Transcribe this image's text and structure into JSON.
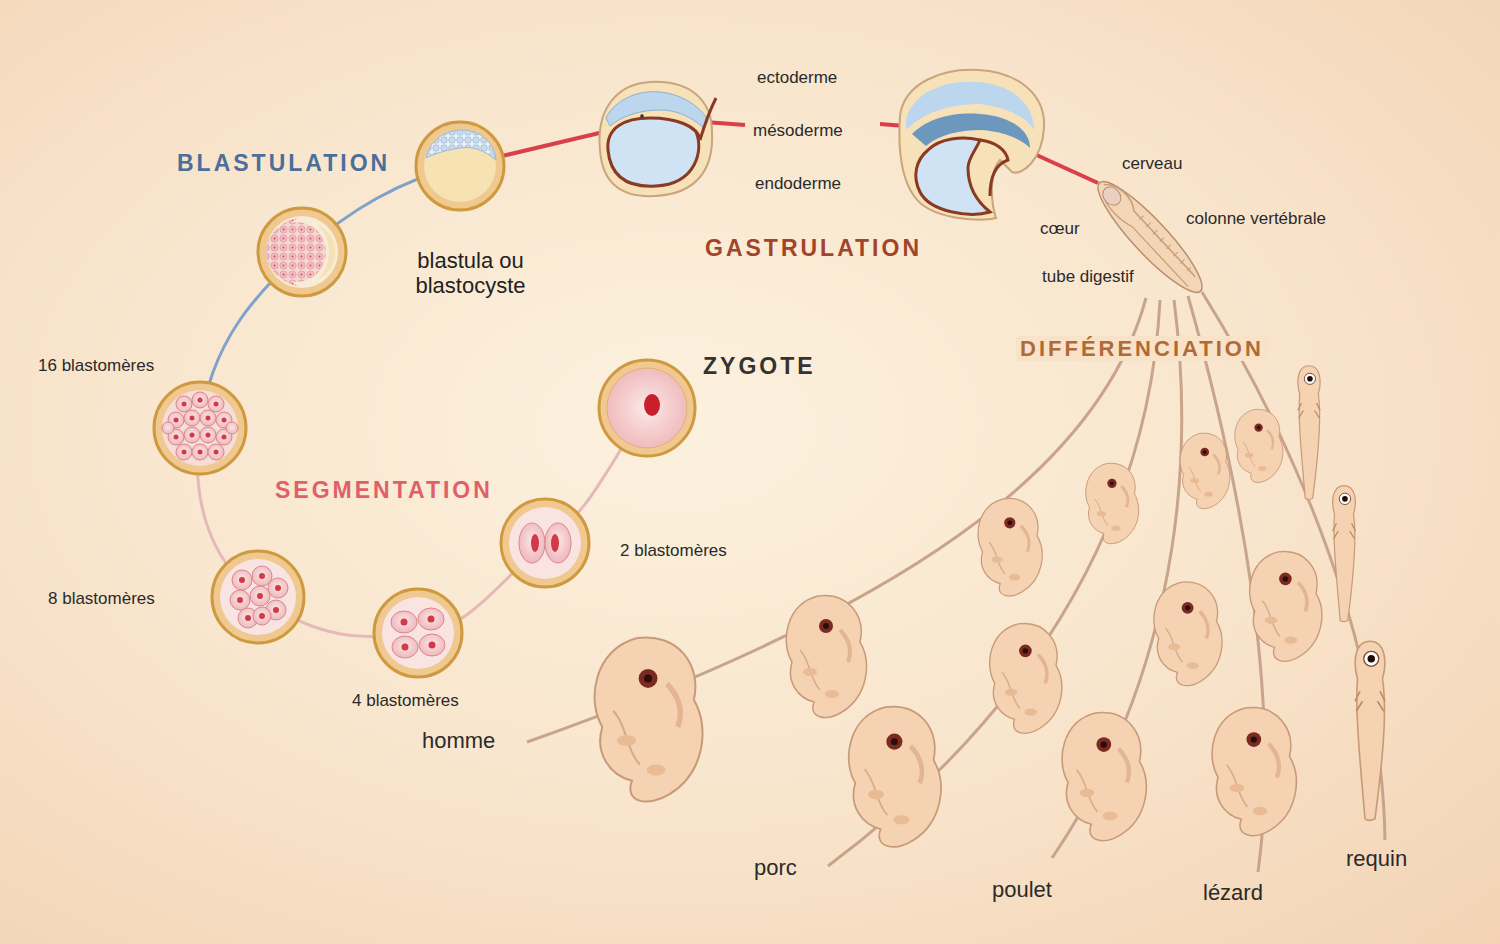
{
  "diagram": {
    "labels": [
      "BLASTULATION",
      "blastula ou blastocyste",
      "ectoderme",
      "mésoderme",
      "endoderme",
      "GASTRULATION",
      "cerveau",
      "cœur",
      "colonne vertébrale",
      "tube digestif",
      "DIFFÉRENCIATION",
      "16 blastomères",
      "ZYGOTE",
      "SEGMENTATION",
      "2 blastomères",
      "8 blastomères",
      "4 blastomères",
      "homme",
      "porc",
      "poulet",
      "lézard",
      "requin"
    ]
  }
}
